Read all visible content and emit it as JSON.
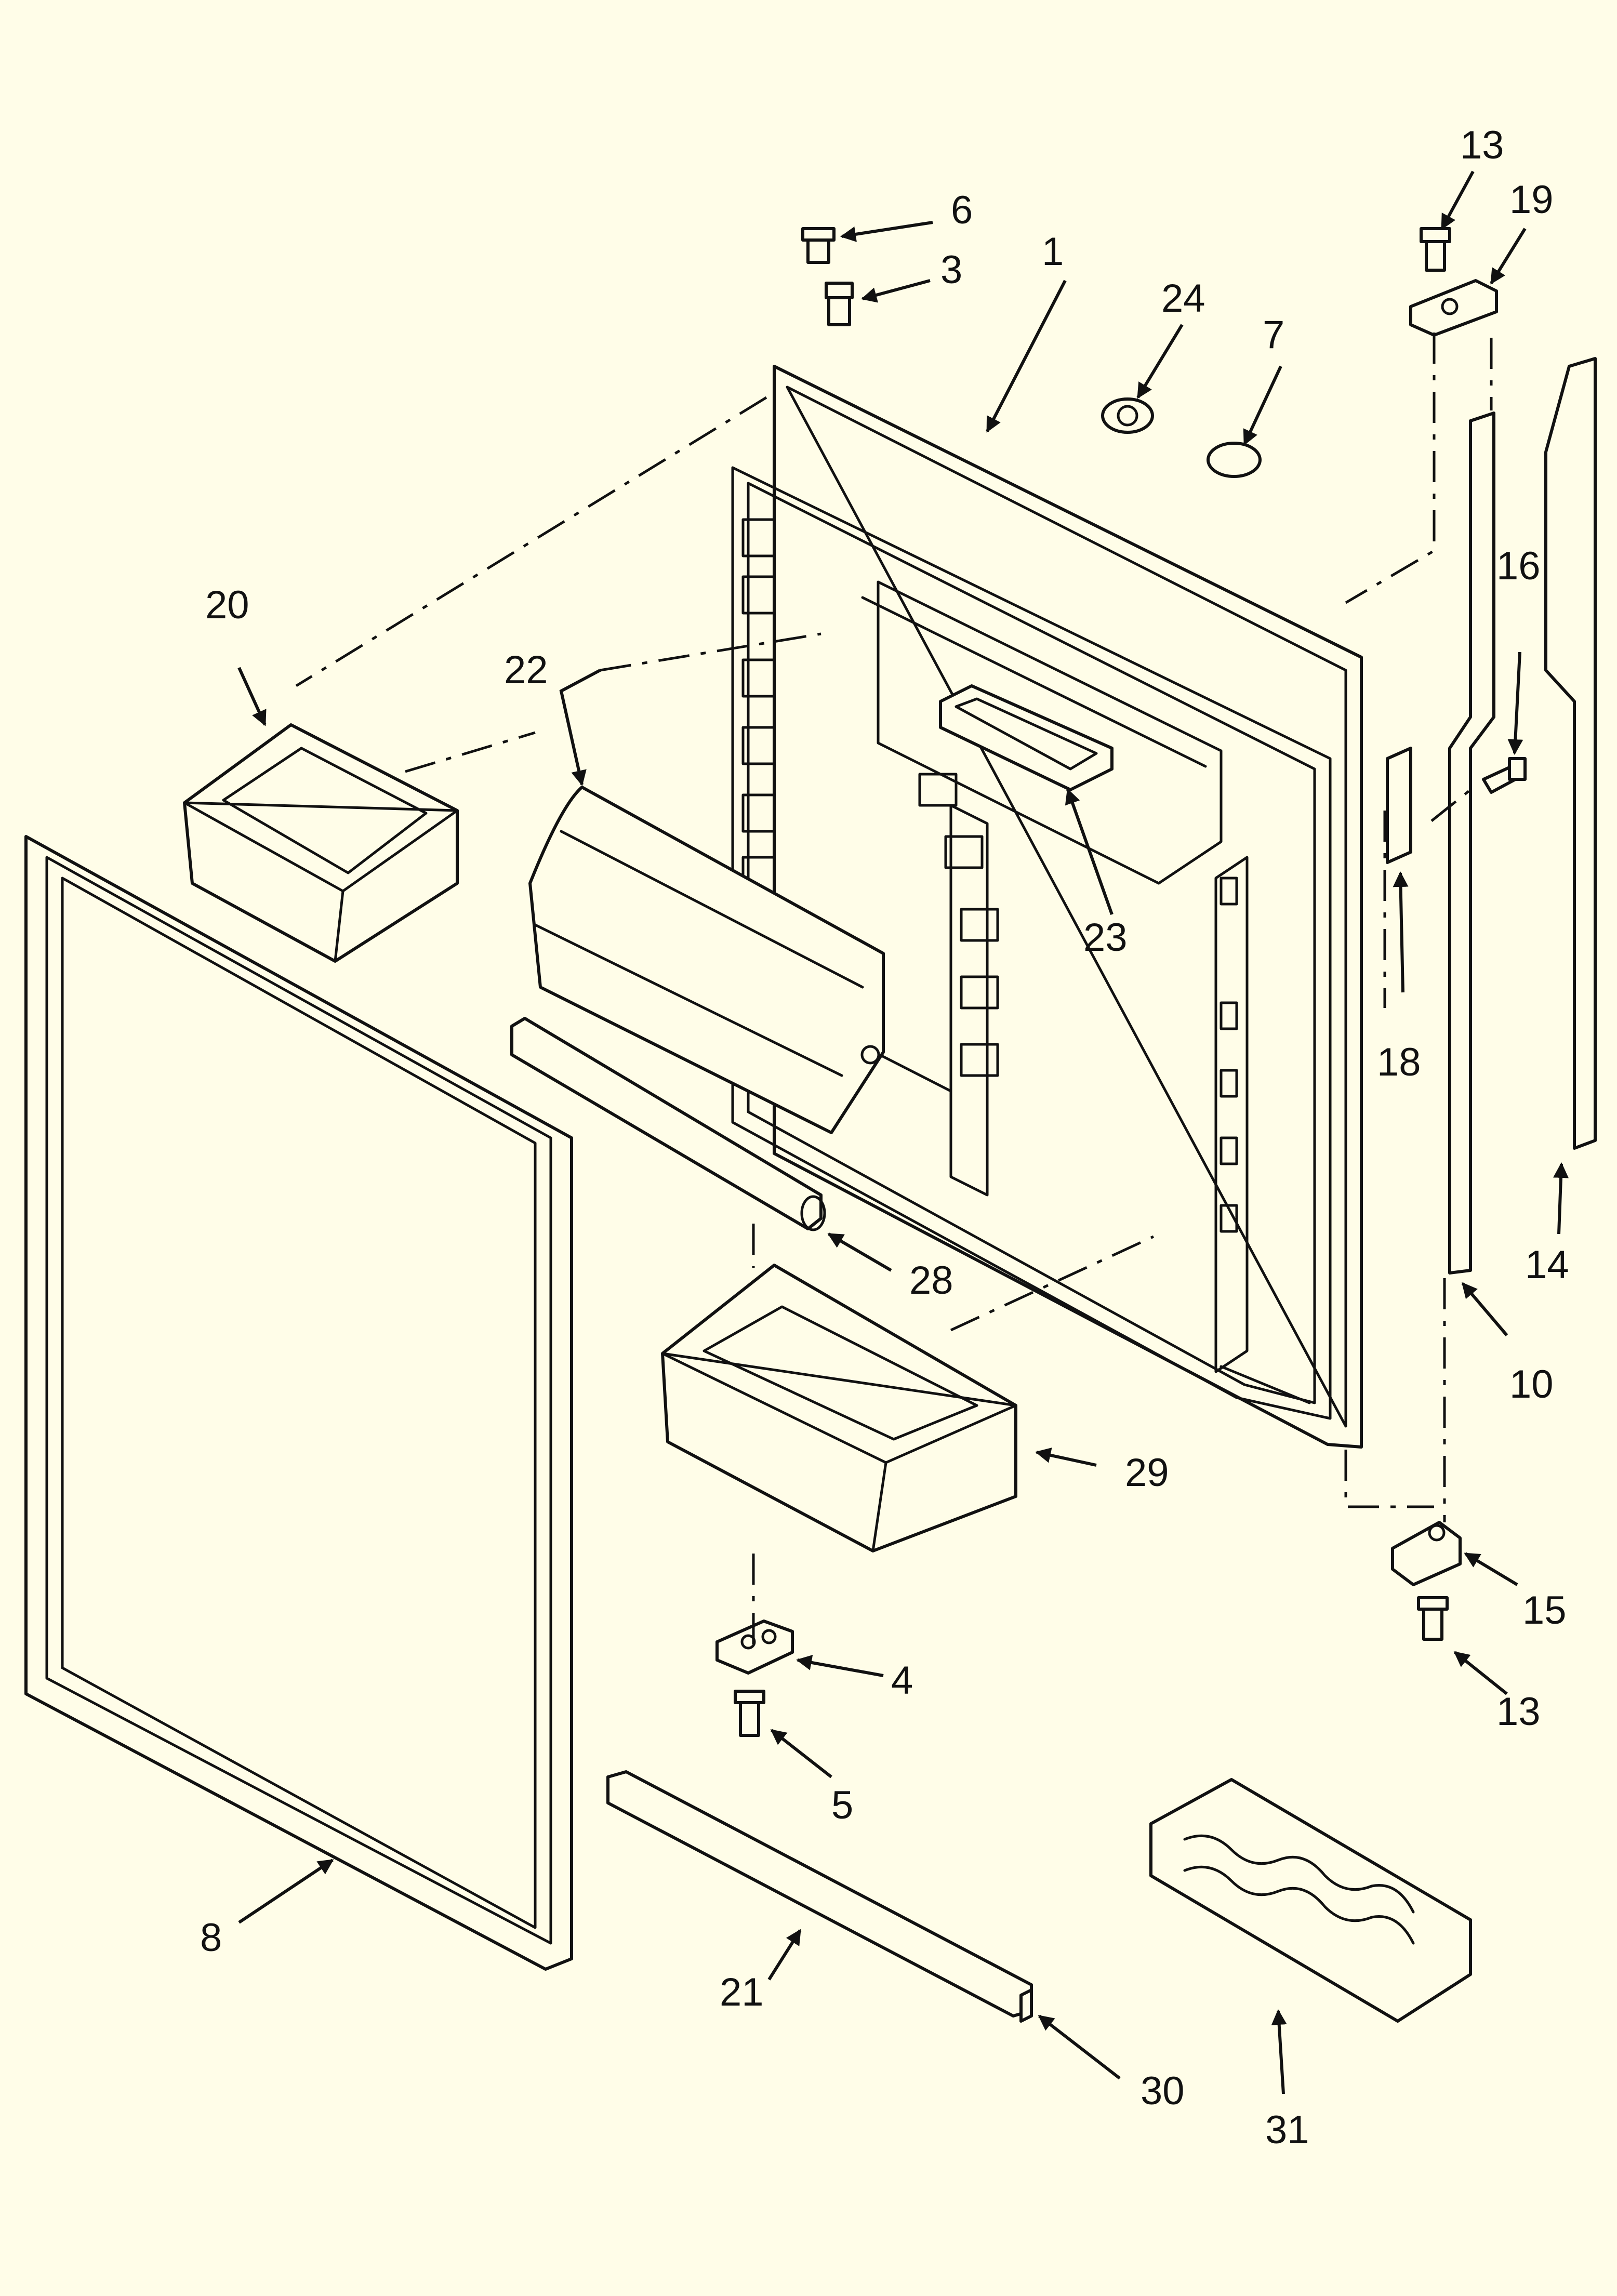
{
  "callouts": [
    {
      "id": "1",
      "label": "1"
    },
    {
      "id": "3",
      "label": "3"
    },
    {
      "id": "4",
      "label": "4"
    },
    {
      "id": "5",
      "label": "5"
    },
    {
      "id": "6",
      "label": "6"
    },
    {
      "id": "7",
      "label": "7"
    },
    {
      "id": "8",
      "label": "8"
    },
    {
      "id": "10",
      "label": "10"
    },
    {
      "id": "13a",
      "label": "13"
    },
    {
      "id": "13b",
      "label": "13"
    },
    {
      "id": "14",
      "label": "14"
    },
    {
      "id": "15",
      "label": "15"
    },
    {
      "id": "16",
      "label": "16"
    },
    {
      "id": "18",
      "label": "18"
    },
    {
      "id": "19",
      "label": "19"
    },
    {
      "id": "20",
      "label": "20"
    },
    {
      "id": "21",
      "label": "21"
    },
    {
      "id": "22",
      "label": "22"
    },
    {
      "id": "23",
      "label": "23"
    },
    {
      "id": "24",
      "label": "24"
    },
    {
      "id": "28",
      "label": "28"
    },
    {
      "id": "29",
      "label": "29"
    },
    {
      "id": "30",
      "label": "30"
    },
    {
      "id": "31",
      "label": "31"
    }
  ],
  "colors": {
    "background": "#fffde8",
    "ink": "#111111"
  }
}
